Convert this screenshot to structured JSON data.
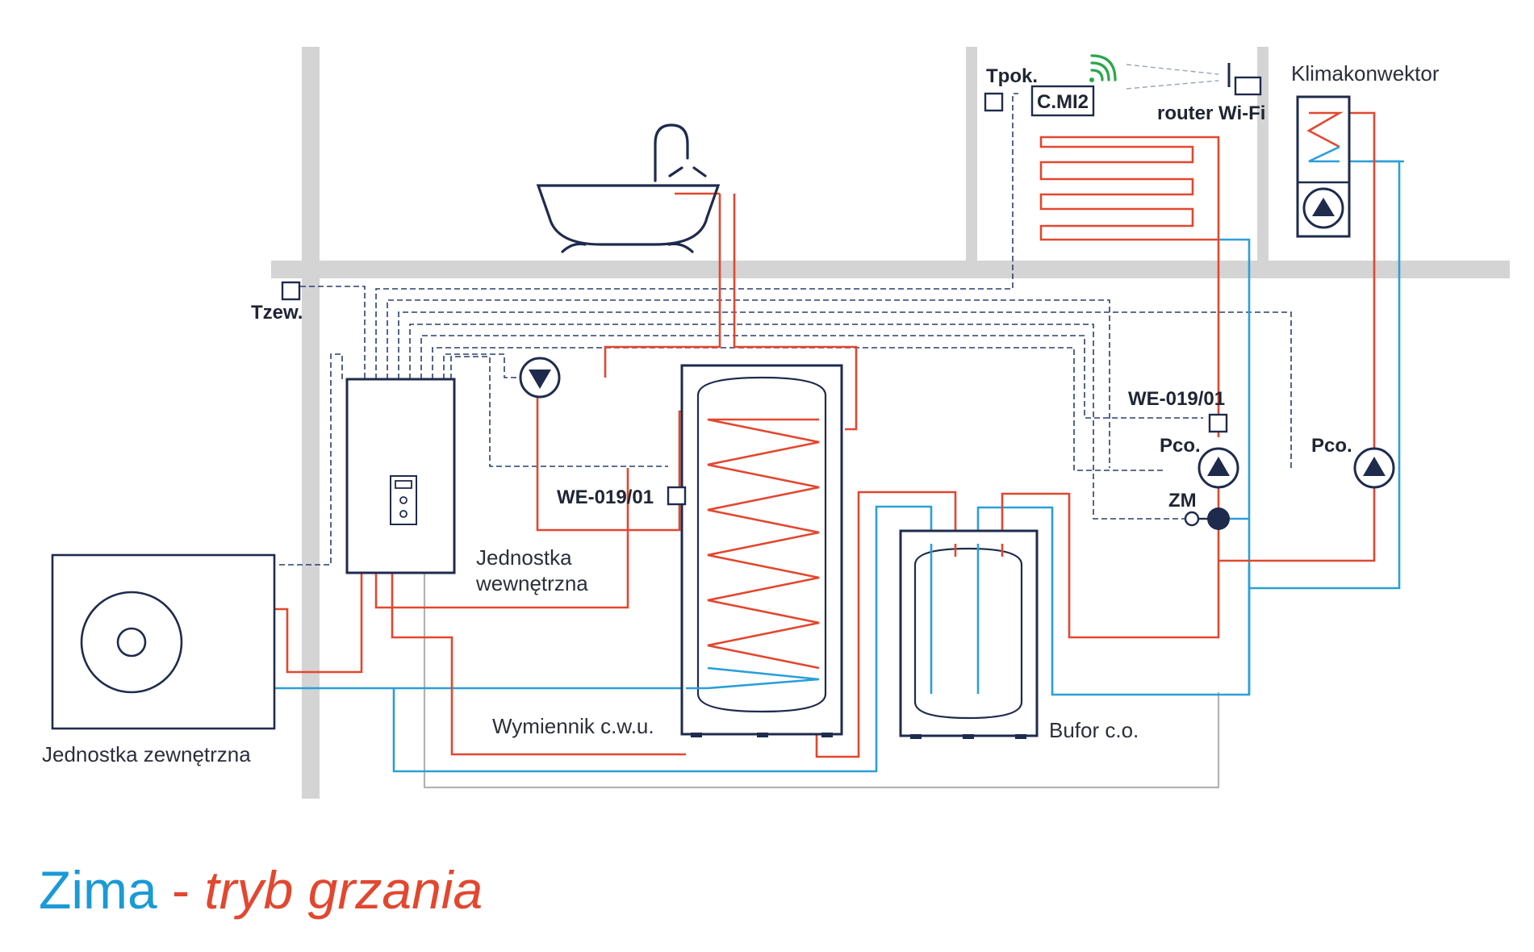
{
  "colors": {
    "hot_pipe": "#e2472f",
    "cold_pipe": "#2a9fd8",
    "wall": "#d4d4d4",
    "equipment": "#1f2b4d",
    "signal": "#2a3f6e",
    "return_grey": "#b3b3b3",
    "wifi": "#2aa84a"
  },
  "labels": {
    "outdoor_unit": "Jednostka zewnętrzna",
    "indoor_unit_line1": "Jednostka",
    "indoor_unit_line2": "wewnętrzna",
    "dhw_exchanger": "Wymiennik c.w.u.",
    "buffer": "Bufor c.o.",
    "outdoor_temp": "Tzew.",
    "room_temp": "Tpok.",
    "controller": "C.MI2",
    "router": "router Wi-Fi",
    "fan_coil": "Klimakonwektor",
    "sensor_dhw": "WE-019/01",
    "sensor_heating": "WE-019/01",
    "pump_left": "Pco.",
    "pump_right": "Pco.",
    "mixing_valve": "ZM"
  },
  "caption": {
    "season": "Zima",
    "separator": " - ",
    "mode": "tryb grzania"
  },
  "icons": {
    "outdoor_fan": "fan-icon",
    "bathtub": "bathtub-icon",
    "pump": "pump-icon",
    "wifi": "wifi-icon",
    "router": "router-icon"
  }
}
